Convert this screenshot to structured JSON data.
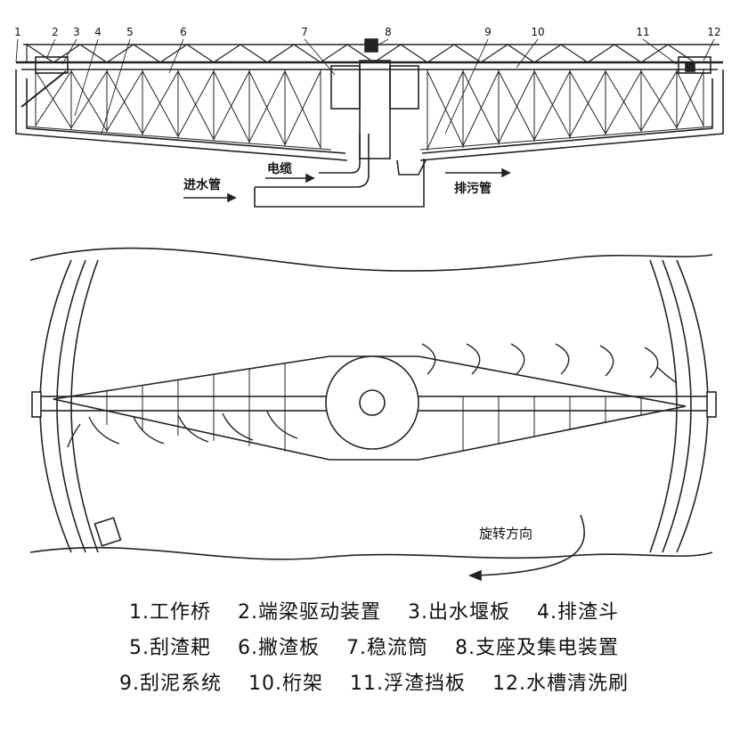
{
  "colors": {
    "line": "#222222",
    "text": "#111111",
    "background": "#ffffff"
  },
  "callouts": [
    "1",
    "2",
    "3",
    "4",
    "5",
    "6",
    "7",
    "8",
    "9",
    "10",
    "11",
    "12"
  ],
  "side_view": {
    "inlet_label": "进水管",
    "cable_label": "电缆",
    "drain_label": "排污管"
  },
  "plan_view": {
    "rotation_label": "旋转方向"
  },
  "legend": {
    "rows": [
      [
        "1.工作桥",
        "2.端梁驱动装置",
        "3.出水堰板",
        "4.排渣斗"
      ],
      [
        "5.刮渣耙",
        "6.撇渣板",
        "7.稳流筒",
        "8.支座及集电装置"
      ],
      [
        "9.刮泥系统",
        "10.桁架",
        "11.浮渣挡板",
        "12.水槽清洗刷"
      ]
    ]
  }
}
